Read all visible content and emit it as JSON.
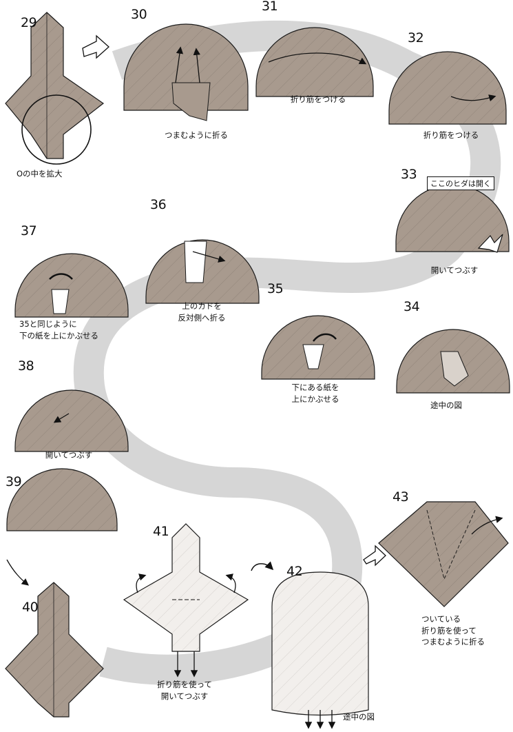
{
  "steps": [
    {
      "number": "29",
      "caption": [
        "Oの中を拡大"
      ]
    },
    {
      "number": "30",
      "caption": [
        "つまむように折る"
      ]
    },
    {
      "number": "31",
      "caption": [
        "折り筋をつける"
      ]
    },
    {
      "number": "32",
      "caption": [
        "折り筋をつける"
      ]
    },
    {
      "number": "33",
      "caption": [
        "開いてつぶす"
      ],
      "note": "ここのヒダは開く"
    },
    {
      "number": "34",
      "caption": [
        "途中の図"
      ]
    },
    {
      "number": "35",
      "caption": [
        "下にある紙を",
        "上にかぶせる"
      ]
    },
    {
      "number": "36",
      "caption": [
        "上のカドを",
        "反対側へ折る"
      ]
    },
    {
      "number": "37",
      "caption": [
        "35と同じように",
        "下の紙を上にかぶせる"
      ]
    },
    {
      "number": "38",
      "caption": [
        "開いてつぶす"
      ]
    },
    {
      "number": "39",
      "caption": []
    },
    {
      "number": "40",
      "caption": []
    },
    {
      "number": "41",
      "caption": [
        "折り筋を使って",
        "開いてつぶす"
      ]
    },
    {
      "number": "42",
      "caption": [
        "途中の図"
      ]
    },
    {
      "number": "43",
      "caption": [
        "ついている",
        "折り筋を使って",
        "つまむように折る"
      ]
    }
  ],
  "colors": {
    "paper": "#a89a8e",
    "paper_light": "#d9d2cb",
    "band": "#c9c9c9",
    "line": "#1a1a1a",
    "page": "#ffffff"
  },
  "icons": [
    "curved-arrow-icon",
    "flip-over-icon",
    "fold-arrow-icon"
  ]
}
